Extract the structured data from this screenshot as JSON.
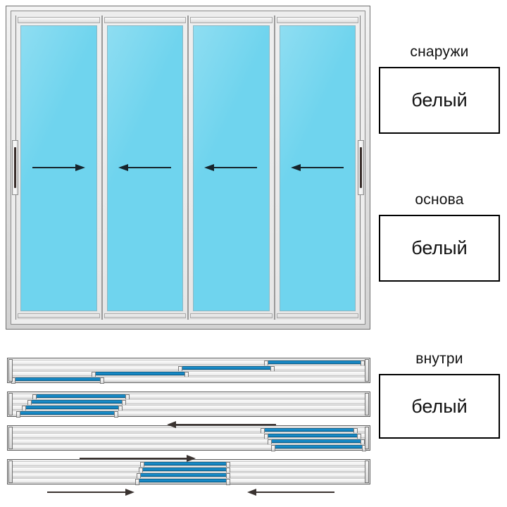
{
  "drawing": {
    "type": "sliding-door-configurator",
    "title": "",
    "panel_count": 4,
    "glass_color": "#6fd4ee",
    "frame_color": "#e8e8e8",
    "leaf_color": "#1286c4"
  },
  "elevation": {
    "name": "elevation-view",
    "panels": [
      {
        "id": "panel-1",
        "arrow_direction": "right",
        "arrow_label": "→"
      },
      {
        "id": "panel-2",
        "arrow_direction": "left",
        "arrow_label": "←"
      },
      {
        "id": "panel-3",
        "arrow_direction": "left",
        "arrow_label": "←"
      },
      {
        "id": "panel-4",
        "arrow_direction": "left",
        "arrow_label": "←"
      }
    ],
    "handles": [
      {
        "id": "handle-left",
        "position": "left"
      },
      {
        "id": "handle-right",
        "position": "right"
      }
    ]
  },
  "specs": [
    {
      "key": "outside",
      "caption": "снаружи",
      "value": "белый",
      "swatch_hex": "#ffffff"
    },
    {
      "key": "base",
      "caption": "основа",
      "value": "белый",
      "swatch_hex": "#ffffff"
    },
    {
      "key": "inside",
      "caption": "внутри",
      "value": "белый",
      "swatch_hex": "#ffffff"
    }
  ],
  "sections": [
    {
      "key": "closed",
      "name": "section-closed",
      "track_count": 4,
      "leaves": [
        {
          "track": 0,
          "left_pct": 72.0,
          "width_pct": 26.0
        },
        {
          "track": 1,
          "left_pct": 48.0,
          "width_pct": 25.0
        },
        {
          "track": 2,
          "left_pct": 24.0,
          "width_pct": 25.0
        },
        {
          "track": 3,
          "left_pct": 1.5,
          "width_pct": 24.0
        }
      ],
      "arrows": []
    },
    {
      "key": "stacked-left",
      "name": "section-stacked-left",
      "track_count": 4,
      "leaves": [
        {
          "track": 0,
          "left_pct": 7.5,
          "width_pct": 25.0
        },
        {
          "track": 1,
          "left_pct": 6.0,
          "width_pct": 25.5
        },
        {
          "track": 2,
          "left_pct": 4.5,
          "width_pct": 26.0
        },
        {
          "track": 3,
          "left_pct": 3.0,
          "width_pct": 26.5
        }
      ],
      "arrows": [
        {
          "direction": "left",
          "left_pct": 44.0,
          "width_pct": 30.0,
          "below": true
        }
      ]
    },
    {
      "key": "stacked-right",
      "name": "section-stacked-right",
      "track_count": 4,
      "leaves": [
        {
          "track": 0,
          "left_pct": 71.0,
          "width_pct": 25.0
        },
        {
          "track": 1,
          "left_pct": 72.0,
          "width_pct": 25.0
        },
        {
          "track": 2,
          "left_pct": 73.0,
          "width_pct": 25.0
        },
        {
          "track": 3,
          "left_pct": 74.0,
          "width_pct": 24.5
        }
      ],
      "arrows": [
        {
          "direction": "right",
          "left_pct": 20.0,
          "width_pct": 32.0,
          "below": true
        }
      ]
    },
    {
      "key": "stacked-center",
      "name": "section-stacked-center",
      "track_count": 4,
      "leaves": [
        {
          "track": 0,
          "left_pct": 37.5,
          "width_pct": 23.0
        },
        {
          "track": 1,
          "left_pct": 37.0,
          "width_pct": 23.5
        },
        {
          "track": 2,
          "left_pct": 36.5,
          "width_pct": 24.0
        },
        {
          "track": 3,
          "left_pct": 36.0,
          "width_pct": 24.5
        }
      ],
      "arrows": [
        {
          "direction": "right",
          "left_pct": 11.0,
          "width_pct": 24.0,
          "below": true
        },
        {
          "direction": "left",
          "left_pct": 66.0,
          "width_pct": 24.0,
          "below": true
        }
      ]
    }
  ],
  "flow_arrows_above": [
    {
      "for_section": "stacked-right",
      "direction": "left",
      "left_pct": 44.0,
      "width_pct": 30.0
    },
    {
      "for_section": "stacked-center",
      "direction": "right",
      "left_pct": 20.0,
      "width_pct": 32.0
    }
  ]
}
